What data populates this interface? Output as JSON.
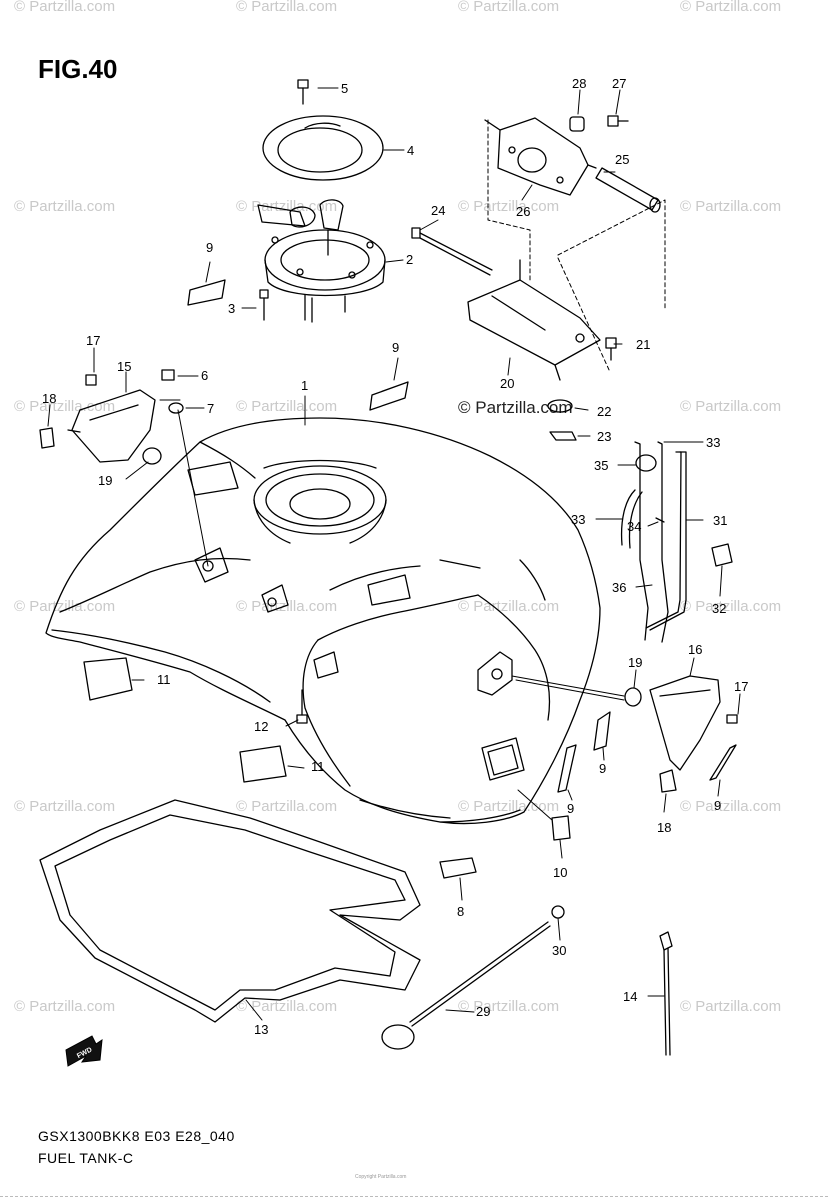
{
  "figure": {
    "title": "FIG.40"
  },
  "watermark": {
    "text": "© Partzilla.com",
    "center_text": "© Partzilla.com"
  },
  "footer": {
    "model_code": "GSX1300BKK8 E03 E28_040",
    "section": "FUEL TANK-C",
    "copyright_line": "Copyright Partzilla.com"
  },
  "callouts": [
    {
      "id": "c1",
      "text": "1"
    },
    {
      "id": "c2",
      "text": "2"
    },
    {
      "id": "c3",
      "text": "3"
    },
    {
      "id": "c4",
      "text": "4"
    },
    {
      "id": "c5",
      "text": "5"
    },
    {
      "id": "c6",
      "text": "6"
    },
    {
      "id": "c7",
      "text": "7"
    },
    {
      "id": "c8",
      "text": "8"
    },
    {
      "id": "c9a",
      "text": "9"
    },
    {
      "id": "c9b",
      "text": "9"
    },
    {
      "id": "c9c",
      "text": "9"
    },
    {
      "id": "c9d",
      "text": "9"
    },
    {
      "id": "c9e",
      "text": "9"
    },
    {
      "id": "c10",
      "text": "10"
    },
    {
      "id": "c11a",
      "text": "11"
    },
    {
      "id": "c11b",
      "text": "11"
    },
    {
      "id": "c12",
      "text": "12"
    },
    {
      "id": "c13",
      "text": "13"
    },
    {
      "id": "c14",
      "text": "14"
    },
    {
      "id": "c15",
      "text": "15"
    },
    {
      "id": "c16",
      "text": "16"
    },
    {
      "id": "c17a",
      "text": "17"
    },
    {
      "id": "c17b",
      "text": "17"
    },
    {
      "id": "c18a",
      "text": "18"
    },
    {
      "id": "c18b",
      "text": "18"
    },
    {
      "id": "c19a",
      "text": "19"
    },
    {
      "id": "c19b",
      "text": "19"
    },
    {
      "id": "c20",
      "text": "20"
    },
    {
      "id": "c21",
      "text": "21"
    },
    {
      "id": "c22",
      "text": "22"
    },
    {
      "id": "c23",
      "text": "23"
    },
    {
      "id": "c24",
      "text": "24"
    },
    {
      "id": "c25",
      "text": "25"
    },
    {
      "id": "c26",
      "text": "26"
    },
    {
      "id": "c27",
      "text": "27"
    },
    {
      "id": "c28",
      "text": "28"
    },
    {
      "id": "c29",
      "text": "29"
    },
    {
      "id": "c30",
      "text": "30"
    },
    {
      "id": "c31",
      "text": "31"
    },
    {
      "id": "c32",
      "text": "32"
    },
    {
      "id": "c33a",
      "text": "33"
    },
    {
      "id": "c33b",
      "text": "33"
    },
    {
      "id": "c34",
      "text": "34"
    },
    {
      "id": "c35",
      "text": "35"
    },
    {
      "id": "c36",
      "text": "36"
    }
  ],
  "fwd_label": "FWD"
}
